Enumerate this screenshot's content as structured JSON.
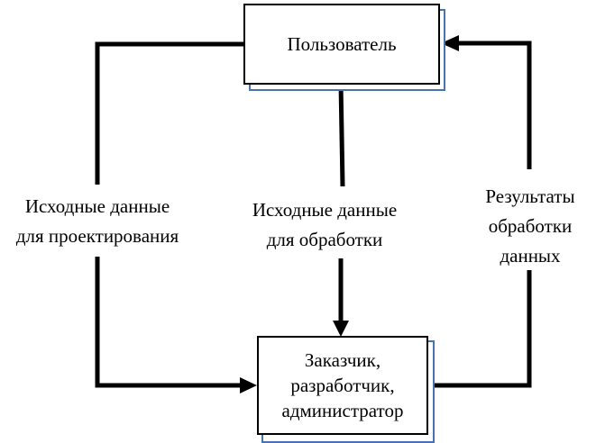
{
  "nodes": {
    "user": {
      "label": "Пользователь"
    },
    "staff": {
      "lines": [
        "Заказчик,",
        "разработчик,",
        "администратор"
      ]
    }
  },
  "edge_labels": {
    "design_input": {
      "lines": [
        "Исходные данные",
        "для проектирования"
      ]
    },
    "processing_input": {
      "lines": [
        "Исходные данные",
        "для обработки"
      ]
    },
    "results": {
      "lines": [
        "Результаты",
        "обработки",
        "данных"
      ]
    }
  },
  "colors": {
    "line": "#000000",
    "shadow": "#4a72b0"
  }
}
